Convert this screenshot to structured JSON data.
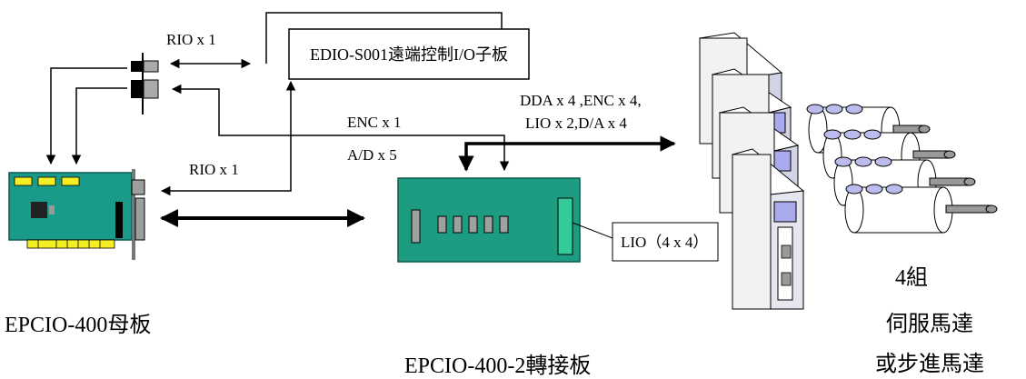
{
  "labels": {
    "rio_top": "RIO x 1",
    "rio_bottom": "RIO x 1",
    "edio_box": "EDIO-S001遠端控制I/O子板",
    "dda_line1": "DDA x 4 ,ENC x 4,",
    "dda_line2": "LIO x 2,D/A x 4",
    "enc": "ENC x 1",
    "ad": "A/D x 5",
    "lio_box": "LIO（4 x 4）",
    "motherboard": "EPCIO-400母板",
    "adapter_board": "EPCIO-400-2轉接板",
    "servo_count": "4組",
    "servo_line1": "伺服馬達",
    "servo_line2": "或步進馬達"
  },
  "colors": {
    "pcb_teal": "#1a9a88",
    "board_green": "#1e9c82",
    "connector_yellow": "#f4ee22",
    "lio_connector": "#33cc99",
    "connector_gray": "#9e9e9e",
    "drive_front": "#f2f2f2",
    "drive_side": "#d3d3e6",
    "drive_panel": "#aaaaee"
  },
  "icons": [
    "rio-connector-icon",
    "epcio-400-motherboard-icon",
    "epcio-400-2-adapter-board-icon",
    "servo-drive-icon",
    "motor-icon"
  ]
}
